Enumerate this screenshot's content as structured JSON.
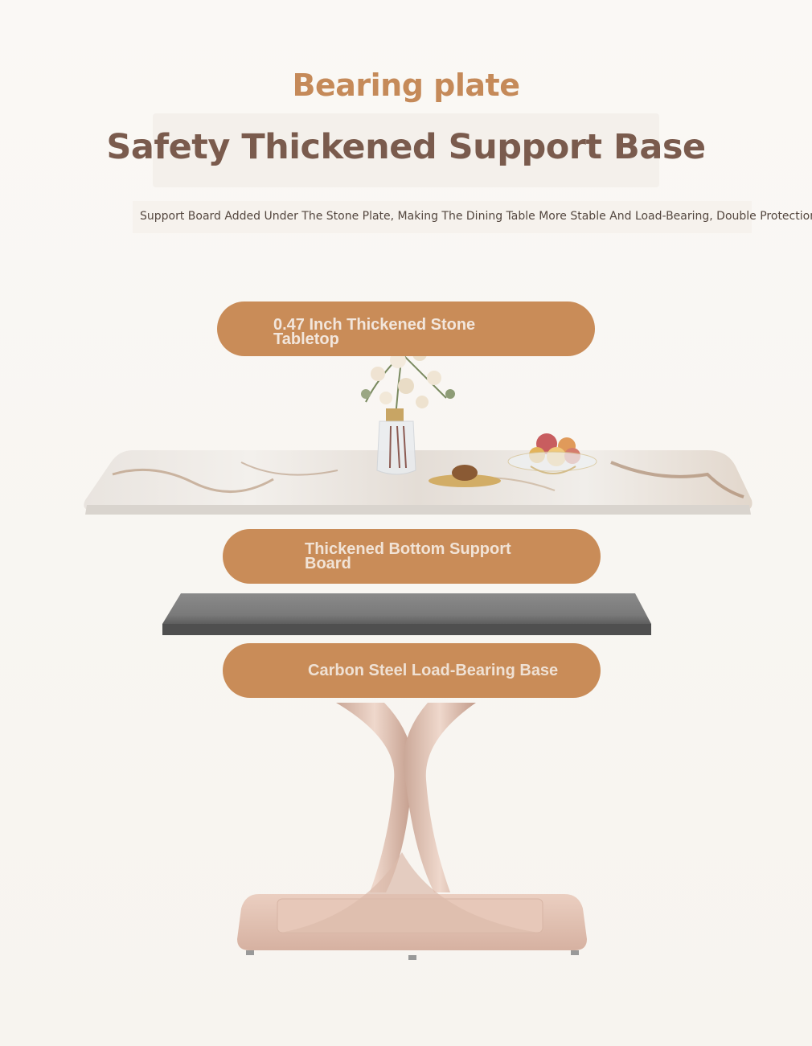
{
  "header": {
    "eyebrow": "Bearing plate",
    "title": "Safety Thickened Support Base",
    "subtitle": "Support Board Added Under The Stone Plate, Making The Dining Table More Stable And Load-Bearing, Double Protection."
  },
  "callouts": {
    "tabletop": "0.47 Inch Thickened Stone Tabletop",
    "support_board": "Thickened Bottom Support Board",
    "base": "Carbon Steel Load-Bearing Base"
  },
  "colors": {
    "background": "#f8f5f1",
    "accent": "#c98c58",
    "title": "#7a5b4d",
    "board": "#6e6e6e",
    "base": "#e2c0b2"
  },
  "icons": {
    "vase": "flower-vase",
    "fruit": "fruit-bowl",
    "snack": "snack-plate"
  }
}
